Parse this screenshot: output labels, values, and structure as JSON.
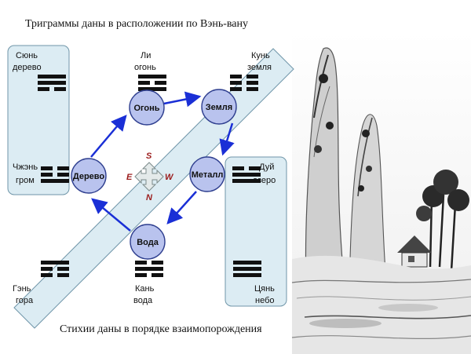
{
  "title_top": "Триграммы даны в расположении по Вэнь-вану",
  "title_bottom": "Стихии даны в порядке взаимопорождения",
  "colors": {
    "panel": "#dcecf3",
    "panel_stroke": "#6f95a8",
    "node": "#b9c3ee",
    "node_stroke": "#2f3f8f",
    "arrow": "#1a2fd6",
    "direction": "#9b1b1b"
  },
  "trigrams": [
    {
      "name": "Сюнь",
      "element": "дерево",
      "lines": [
        1,
        1,
        0
      ]
    },
    {
      "name": "Ли",
      "element": "огонь",
      "lines": [
        1,
        0,
        1
      ]
    },
    {
      "name": "Кунь",
      "element": "земля",
      "lines": [
        0,
        0,
        0
      ]
    },
    {
      "name": "Чжэнь",
      "element": "гром",
      "lines": [
        0,
        0,
        1
      ]
    },
    {
      "name": "Дуй",
      "element": "озеро",
      "lines": [
        0,
        1,
        1
      ]
    },
    {
      "name": "Гэнь",
      "element": "гора",
      "lines": [
        1,
        0,
        0
      ]
    },
    {
      "name": "Кань",
      "element": "вода",
      "lines": [
        0,
        1,
        0
      ]
    },
    {
      "name": "Цянь",
      "element": "небо",
      "lines": [
        1,
        1,
        1
      ]
    }
  ],
  "elements": [
    "Огонь",
    "Земля",
    "Металл",
    "Вода",
    "Дерево"
  ],
  "directions": {
    "s": "S",
    "e": "E",
    "w": "W",
    "n": "N"
  },
  "compass_icon": "four-arrows-icon",
  "landscape_icon": "ink-landscape-icon"
}
